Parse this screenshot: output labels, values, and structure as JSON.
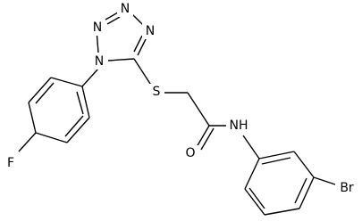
{
  "molecule": {
    "atom_labels": {
      "n1": "N",
      "n2": "N",
      "n3": "N",
      "n4": "N",
      "s": "S",
      "o": "O",
      "nh": "NH",
      "f": "F",
      "br": "Br"
    }
  }
}
